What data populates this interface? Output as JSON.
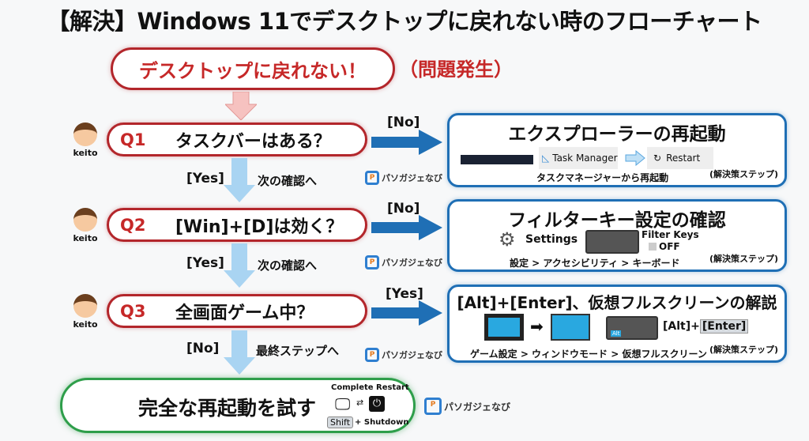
{
  "title": "【解決】Windows 11でデスクトップに戻れない時のフローチャート",
  "start": {
    "text": "デスクトップに戻れない！",
    "note": "（問題発生）"
  },
  "questions": [
    {
      "num": "Q1",
      "text": "タスクバーはある？",
      "avatar": "keito",
      "branch": "[No]",
      "next_label": "[Yes]",
      "next_text": "次の確認へ"
    },
    {
      "num": "Q2",
      "text": "[Win]+[D]は効く？",
      "avatar": "keito",
      "branch": "[No]",
      "next_label": "[Yes]",
      "next_text": "次の確認へ"
    },
    {
      "num": "Q3",
      "text": "全画面ゲーム中？",
      "avatar": "keito",
      "branch": "[Yes]",
      "next_label": "[No]",
      "next_text": "最終ステップへ"
    }
  ],
  "solutions": [
    {
      "title": "エクスプローラーの再起動",
      "task_manager": "Task Manager",
      "restart": "Restart",
      "caption": "タスクマネージャーから再起動",
      "step": "(解決策ステップ)"
    },
    {
      "title": "フィルターキー設定の確認",
      "settings": "Settings",
      "filter_keys": "Filter Keys",
      "off": "OFF",
      "caption": "設定 > アクセシビリティ > キーボード",
      "step": "(解決策ステップ)"
    },
    {
      "title": "[Alt]+[Enter]、仮想フルスクリーンの解説",
      "keys_a": "[Alt]+",
      "keys_b": "[Enter]",
      "alt_key": "Alt",
      "caption": "ゲーム設定 > ウィンドウモード > 仮想フルスクリーン",
      "step": "(解決策ステップ)"
    }
  ],
  "final": {
    "text": "完全な再起動を試す",
    "complete_restart": "Complete Restart",
    "shift": "Shift",
    "shutdown": "+ Shutdown"
  },
  "logo": "パソガジェなび",
  "colors": {
    "red": "#b3262b",
    "blue": "#1f6fb5",
    "green": "#2e9e4a"
  }
}
